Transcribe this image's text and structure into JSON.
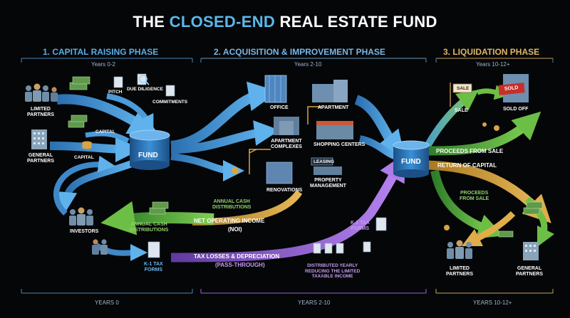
{
  "title": {
    "prefix": "THE ",
    "highlight": "CLOSED-END",
    "suffix": " REAL ESTATE FUND"
  },
  "phases": [
    {
      "label": "1. CAPITAL RAISING PHASE",
      "years_top": "Years 0-2",
      "years_bottom": "YEARS 0"
    },
    {
      "label": "2. ACQUISITION & IMPROVEMENT PHASE",
      "years_top": "Years 2-10",
      "years_bottom": "YEARS 2-10"
    },
    {
      "label": "3. LIQUIDATION PHASE",
      "years_top": "Years 10-12+",
      "years_bottom": "YEARS 10-12+"
    }
  ],
  "raising": {
    "limited_partners": "LIMITED\nPARTNERS",
    "general_partners": "GENERAL\nPARTNERS",
    "pitch": "PITCH",
    "due_diligence": "DUE DILIGENCE",
    "commitments": "COMMITMENTS",
    "capital_1": "CAPITAL",
    "capital_2": "CAPITAL",
    "fund": "FUND",
    "investors": "INVESTORS",
    "k1_forms": "K-1 TAX\nFORMS",
    "annual_cash": "ANNUAL CASH\nDISTRIBUTIONS"
  },
  "acquisition": {
    "office": "OFFICE",
    "apartment": "APARTMENT",
    "apartment_complexes": "APARTMENT\nCOMPLEXES",
    "shopping_centers": "SHOPPING CENTERS",
    "renovations": "RENOVATIONS",
    "property_management": "PROPERTY\nMANAGEMENT",
    "leasing_sign": "LEASING",
    "annual_cash": "ANNUAL CASH\nDISTRIBUTIONS",
    "noi_1": "NET OPERATING INCOME",
    "noi_2": "(NOI)",
    "tax_losses_1": "TAX LOSSES & DEPRECIATION",
    "tax_losses_2": "(PASS-THROUGH)",
    "k1_forms": "K-1 TAX\nFORMS",
    "distributed": "DISTRIBUTED YEARLY\nREDUCING THE LIMITED\nTAXABLE INCOME"
  },
  "liquidation": {
    "fund": "FUND",
    "sale": "SALE",
    "sale_sign": "SALE",
    "sold_off": "SOLD OFF",
    "sold_sign": "SOLD",
    "proceeds_band": "PROCEEDS FROM SALE",
    "return_band": "RETURN OF CAPITAL",
    "proceeds_label": "PROCEEDS\nFROM SALE",
    "limited_partners": "LIMITED\nPARTNERS",
    "general_partners": "GENERAL\nPARTNERS"
  },
  "colors": {
    "blue": "#3d8fd6",
    "blue_light": "#6ab8ee",
    "green": "#5fae3e",
    "gold": "#d9a441",
    "purple": "#9a62d8",
    "title_highlight": "#5ab8ea"
  }
}
